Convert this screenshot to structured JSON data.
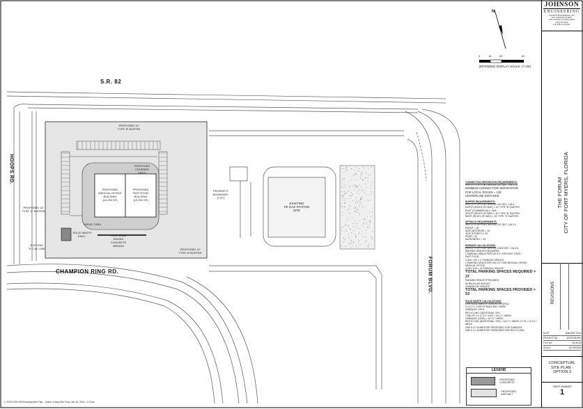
{
  "roads": {
    "sr82": "S.R. 82",
    "hoops": "HOOPS RD.",
    "champion": "CHAMPION RING RD.",
    "forum": "FORUM BLVD."
  },
  "site": {
    "existing_gas": "EXISTING\nFE GAS STATION\nSITE",
    "building_a": "PROPOSED\nMEDICAL OFFICE\nBUILDING\n(±4,250 SF)",
    "building_b": "PROPOSED\nFAST-FOOD\nBUILDING\n(±3,300 SF)",
    "property_boundary": "PROPERTY\nBOUNDARY\n(TYP.)",
    "type_buffer_top": "PROPOSED 10'\nTYPE 'B' BUFFER",
    "type_buffer_bottom": "PROPOSED 10'\nTYPE 'B' BUFFER",
    "type_buffer_left": "PROPOSED 15'\nTYPE 'D' BUFFER",
    "solid_waste": "SOLID WASTE\nENCL.",
    "raised_concrete": "PROPOSED\nRAISED\nCONCRETE\nMEDIAN",
    "existing_row": "EXISTING\nR.O.W. LINE",
    "drive_thru": "DRIVE-THRU",
    "covered_patio": "PROPOSED\nCOVERED\nPATIO"
  },
  "notes": {
    "h1": "CONNECTION SEPARATION REQUIREMENTS:",
    "l1": "PER CITY OF FORT MYERS LDC SEC. 134.3.15",
    "l2": "MINIMUM CONNECTION SEPARATION",
    "l3": "FOR LOCAL ROADS = 125'",
    "l4": "CENTERLINE DISTANCE",
    "h2": "BUFFER REQUIREMENTS:",
    "l5": "PER CITY OF FORT MYERS LDC SEC. 136-4",
    "l6": "NORTH (RIGHT-OF-WAY) = 10' TYPE \"B\" BUFFER",
    "l7": "EAST (COMMERCIAL) = N/A",
    "l8": "SOUTH (RIGHT-OF-WAY) = 10' TYPE \"B\" BUFFER",
    "l9": "WEST (RIGHT-OF-WAY) = 15' TYPE \"D\" BUFFER",
    "h3": "SETBACK REQUIREMENTS:",
    "l10": "PER CITY OF FORT MYERS LDC SEC. 118.3.1",
    "l11": "FRONT = 25'",
    "l12": "SIDE (INTERIOR) = 10'",
    "l13": "SIDE (STREET) = 25'",
    "l14": "REAR = 20'",
    "l15": "WATERBODY = 25'",
    "h4": "PARKING CALCULATIONS:",
    "l16": "PER CITY OF FORT MYERS CODE SEC. 134.3.5,",
    "l17": "PARKING SPACES REQUIRED:",
    "l18": "1 PARKING SPACE PER 100 S.F. FOR FAST FOOD",
    "l19": "FAST FOOD:",
    "l20": "3,300 / 100 = 17 PARKING SPACES",
    "l21": "1 PARKING SPACE PER 200 S.F. FOR MEDICAL OFFICE",
    "l22": "MEDICAL OFFICE:",
    "l23": "4,250 / 200 = 20 PARKING SPACES",
    "big1": "TOTAL PARKING SPACES REQUIRED = 37",
    "l24": "PARKING SPACES PROVIDED:",
    "l25": "50 REGULAR SPACES",
    "l26": "3 HANDICAP SPACES",
    "big2": "TOTAL PARKING SPACES PROVIDED = 53",
    "h5": "SOLID WASTE CALCULATIONS:",
    "l27": "CFM SOLID WASTE DESIGN CRITERIA",
    "l28": "2.12 CY / 1,000 SF BUILDING / WEEK",
    "l29": "GARBAGE: 100%",
    "l30": "RECYCLING: ADDITIONAL 75%",
    "l31": "7,550 SF x 2.12 CY / 1000 = 16 CY / WEEK",
    "l32": "GARBAGE (100%) = 16 CY / WEEK",
    "l33": "RECYCLING (ADDITIONAL 75%) = 16 CY / WEEK x 0.75 = 12 CY / WEEK",
    "l34": "ONE 8 CY DUMPSTER PROPOSED FOR GARBAGE",
    "l35": "ONE 8 CY DUMPSTER PROPOSED FOR RECYCLING"
  },
  "legend": {
    "title": "LEGEND",
    "item1": "PROPOSED CONCRETE",
    "item2": "PROPOSED ASPHALT"
  },
  "scale": {
    "t0": "0",
    "t1": "15",
    "t2": "30",
    "t3": "60",
    "caption": "(INTENDED DISPLAY SCALE: 1\"=30')",
    "north": "N"
  },
  "titleblock": {
    "brand1": "JOHNSON",
    "brand2": "ENGINEERING",
    "address": "JOHNSON ENGINEERING, INC.\n2122 JOHNSON STREET\nFORT MYERS, FLORIDA 33901\n(239) 334-0046\nE.B. #642 & LB #642",
    "project_line1": "THE FORUM",
    "project_line2": "CITY OF FORT MYERS, FLORIDA",
    "revisions": "REVISIONS",
    "date_label": "DATE",
    "date_value": "JANUARY 2024",
    "project_no_label": "PROJECT NO.",
    "project_no_value": "20231768-000",
    "file_no_label": "FILE NO.",
    "file_no_value": "35-44-25",
    "scale_label": "SCALE",
    "scale_value": "AS SHOWN",
    "sheet_title": "CONCEPTUAL\nSITE PLAN -\nOPTION 3",
    "sheet_number_label": "SHEET NUMBER",
    "sheet_number": "1"
  },
  "footer_path": "L:\\20231768-000\\Drawings\\Site Plan - Option 3.dwg  (Site Plan) Jan 26, 2024 - 9:17am"
}
